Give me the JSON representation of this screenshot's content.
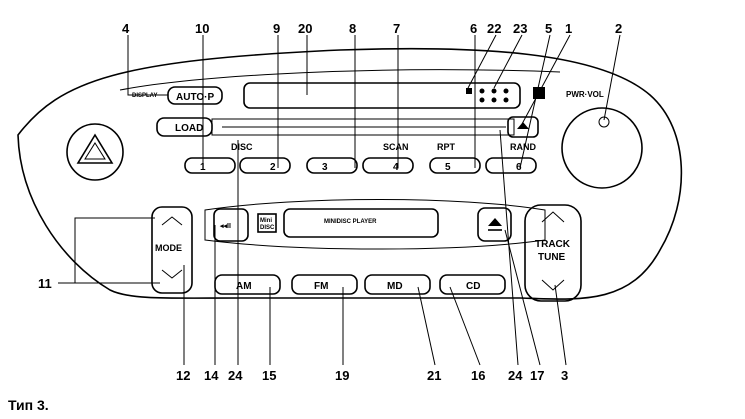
{
  "caption": "Тип 3.",
  "buttons": {
    "display": "DISPLAY",
    "autop": "AUTO·P",
    "load": "LOAD",
    "pwr_vol": "PWR·VOL",
    "disc": "DISC",
    "scan": "SCAN",
    "rpt": "RPT",
    "rand": "RAND",
    "presets": [
      "1",
      "2",
      "3",
      "4",
      "5",
      "6"
    ],
    "mode": "MODE",
    "track": "TRACK",
    "tune": "TUNE",
    "minidisc_logo": [
      "Mini",
      "DISC"
    ],
    "md_player": "MINIDISC PLAYER",
    "am": "AM",
    "fm": "FM",
    "md": "MD",
    "cd": "CD",
    "play_pause": "◂◂II"
  },
  "callouts_top": [
    "4",
    "10",
    "9",
    "20",
    "8",
    "7",
    "6",
    "22",
    "23",
    "5",
    "1",
    "2"
  ],
  "callouts_bottom": [
    "12",
    "14",
    "24",
    "15",
    "19",
    "21",
    "16",
    "24",
    "17",
    "3"
  ],
  "callout_left": "11"
}
